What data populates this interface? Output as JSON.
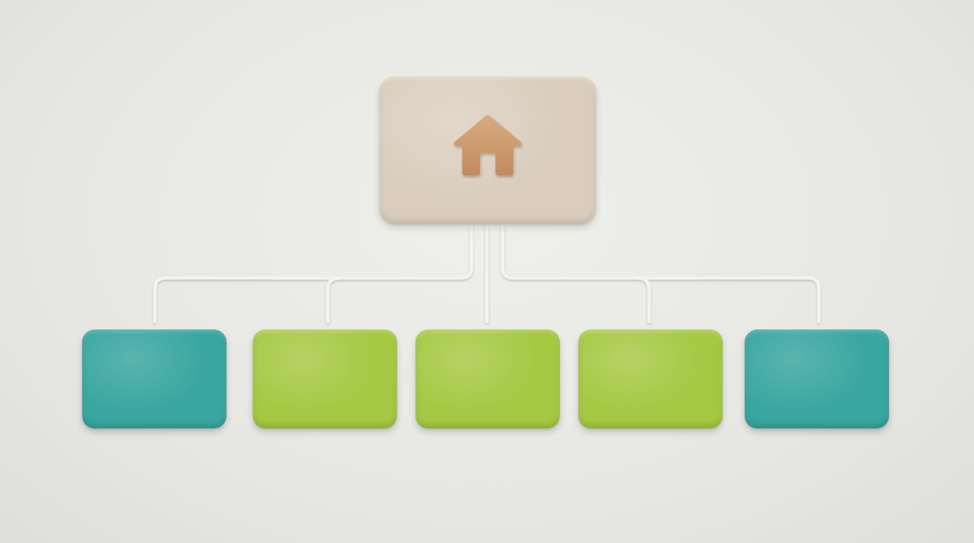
{
  "diagram": {
    "type": "hierarchy",
    "root": {
      "icon": "house-icon",
      "color": "#dacdbd",
      "icon_color": "#c99a6e"
    },
    "children": [
      {
        "id": "child-1",
        "color": "#3aa6a0"
      },
      {
        "id": "child-2",
        "color": "#a5c943"
      },
      {
        "id": "child-3",
        "color": "#a5c943"
      },
      {
        "id": "child-4",
        "color": "#a5c943"
      },
      {
        "id": "child-5",
        "color": "#3aa6a0"
      }
    ],
    "connector_color": "#f4f3ee"
  }
}
